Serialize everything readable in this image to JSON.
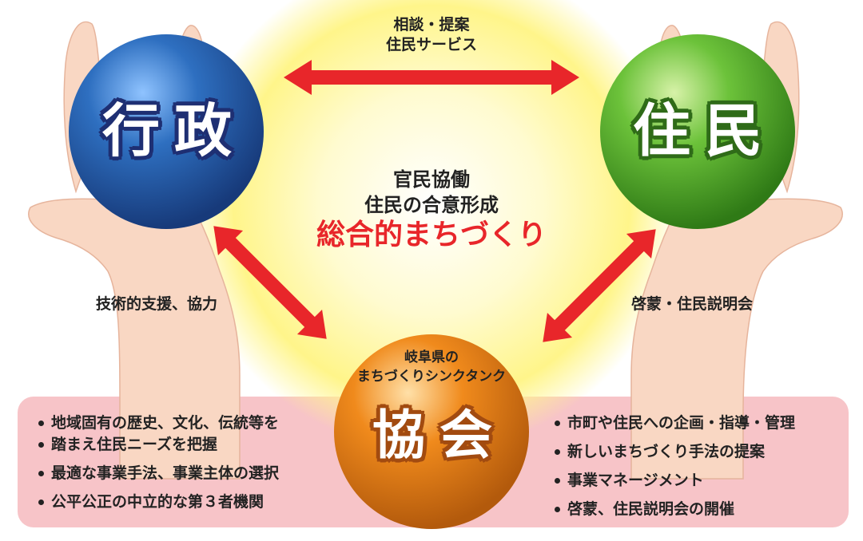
{
  "glow_color": "#fff58a",
  "arrow_color": "#e8262a",
  "nodes": {
    "gyosei": {
      "label": "行政",
      "color": "#2e6fc0"
    },
    "jumin": {
      "label": "住民",
      "color": "#6cc23a"
    },
    "kyokai": {
      "sublabel_line1": "岐阜県の",
      "sublabel_line2": "まちづくりシンクタンク",
      "label": "協会",
      "color": "#f08a1c"
    }
  },
  "edges": {
    "top": {
      "line1": "相談・提案",
      "line2": "住民サービス"
    },
    "left": "技術的支援、協力",
    "right": "啓蒙・住民説明会"
  },
  "center": {
    "line1": "官民協働",
    "line2": "住民の合意形成",
    "line3": "総合的まちづくり"
  },
  "left_bullets": [
    "地域固有の歴史、文化、伝統等を",
    "踏まえ住民ニーズを把握",
    "最適な事業手法、事業主体の選択",
    "公平公正の中立的な第３者機関"
  ],
  "right_bullets": [
    "市町や住民への企画・指導・管理",
    "新しいまちづくり手法の提案",
    "事業マネージメント",
    "啓蒙、住民説明会の開催"
  ]
}
